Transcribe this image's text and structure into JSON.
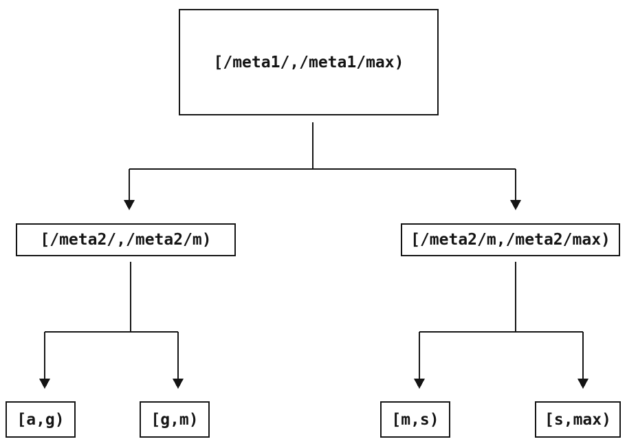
{
  "diagram": {
    "type": "tree",
    "colors": {
      "background": "#ffffff",
      "line": "#141414",
      "text": "#141414",
      "node_fill": "#ffffff"
    },
    "nodes": {
      "root": {
        "label": "[/meta1/,/meta1/max)"
      },
      "left": {
        "label": "[/meta2/,/meta2/m)"
      },
      "right": {
        "label": "[/meta2/m,/meta2/max)"
      },
      "leaf_ag": {
        "label": "[a,g)"
      },
      "leaf_gm": {
        "label": "[g,m)"
      },
      "leaf_ms": {
        "label": "[m,s)"
      },
      "leaf_smax": {
        "label": "[s,max)"
      }
    },
    "edges": [
      {
        "from": "root",
        "to": "left"
      },
      {
        "from": "root",
        "to": "right"
      },
      {
        "from": "left",
        "to": "leaf_ag"
      },
      {
        "from": "left",
        "to": "leaf_gm"
      },
      {
        "from": "right",
        "to": "leaf_ms"
      },
      {
        "from": "right",
        "to": "leaf_smax"
      }
    ]
  }
}
